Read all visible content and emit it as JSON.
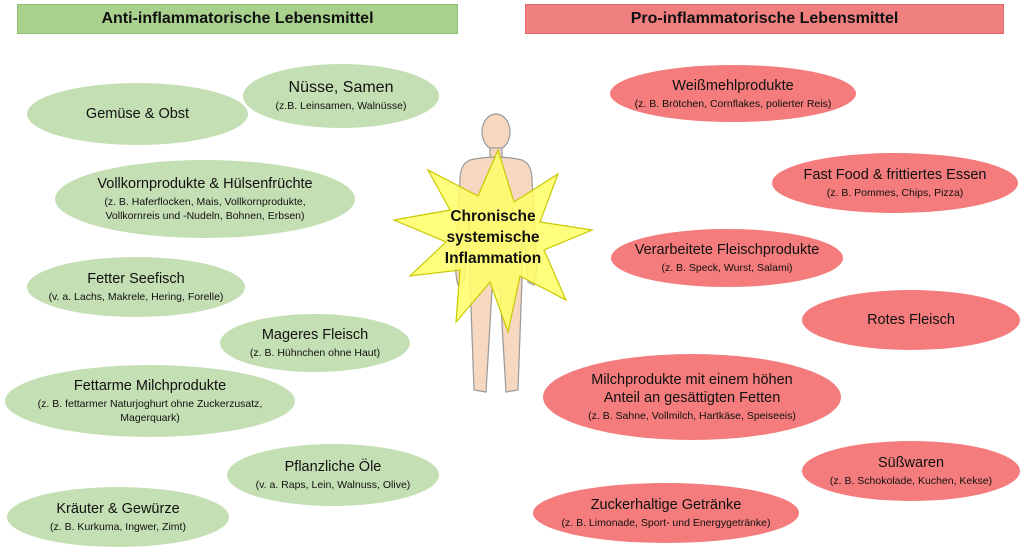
{
  "headers": {
    "anti": "Anti-inflammatorische Lebensmittel",
    "pro": "Pro-inflammatorische Lebensmittel"
  },
  "center": {
    "line1": "Chronische",
    "line2": "systemische",
    "line3": "Inflammation"
  },
  "anti": [
    {
      "title": "Nüsse, Samen",
      "sub": "(z.B. Leinsamen, Walnüsse)"
    },
    {
      "title": "Gemüse & Obst",
      "sub": ""
    },
    {
      "title": "Vollkornprodukte & Hülsenfrüchte",
      "sub": "(z. B. Haferflocken, Mais, Vollkornprodukte, Vollkornreis und -Nudeln, Bohnen, Erbsen)"
    },
    {
      "title": "Fetter Seefisch",
      "sub": "(v. a. Lachs, Makrele, Hering, Forelle)"
    },
    {
      "title": "Mageres Fleisch",
      "sub": "(z. B. Hühnchen ohne Haut)"
    },
    {
      "title": "Fettarme Milchprodukte",
      "sub": "(z. B. fettarmer Naturjoghurt ohne Zuckerzusatz, Magerquark)"
    },
    {
      "title": "Pflanzliche Öle",
      "sub": "(v. a. Raps, Lein, Walnuss, Olive)"
    },
    {
      "title": "Kräuter & Gewürze",
      "sub": "(z. B. Kurkuma, Ingwer, Zimt)"
    }
  ],
  "pro": [
    {
      "title": "Weißmehlprodukte",
      "sub": "(z. B. Brötchen, Cornflakes, polierter Reis)"
    },
    {
      "title": "Fast Food & frittiertes Essen",
      "sub": "(z. B. Pommes, Chips, Pizza)"
    },
    {
      "title": "Verarbeitete Fleischprodukte",
      "sub": "(z. B. Speck, Wurst, Salami)"
    },
    {
      "title": "Rotes Fleisch",
      "sub": ""
    },
    {
      "title": "Milchprodukte mit einem höhen Anteil an gesättigten Fetten",
      "sub": "(z. B. Sahne, Vollmilch, Hartkäse, Speiseeis)"
    },
    {
      "title": "Süßwaren",
      "sub": "(z. B. Schokolade, Kuchen, Kekse)"
    },
    {
      "title": "Zuckerhaltige Getränke",
      "sub": "(z. B. Limonade, Sport- und Energygetränke)"
    }
  ],
  "colors": {
    "anti_header": "#a9d18e",
    "anti_ellipse": "#c5dfb4",
    "pro_header": "#f08080",
    "pro_ellipse": "#f47c7c",
    "body": "#f6d7bf",
    "star": "#ffff66"
  }
}
